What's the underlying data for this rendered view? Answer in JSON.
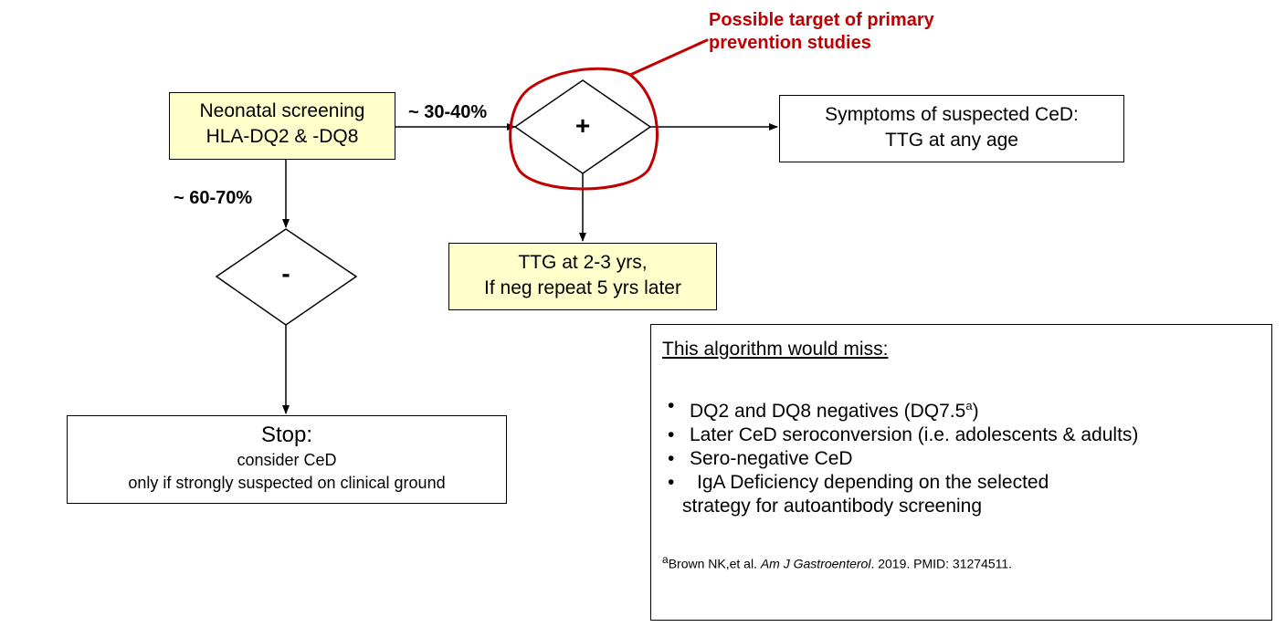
{
  "callout": {
    "line1": "Possible target of primary",
    "line2": "prevention studies"
  },
  "nodes": {
    "screening": {
      "line1": "Neonatal screening",
      "line2": "HLA-DQ2 & -DQ8"
    },
    "symptoms": {
      "line1": "Symptoms of suspected CeD:",
      "line2": "TTG at any age"
    },
    "ttg": {
      "line1": "TTG at 2-3 yrs,",
      "line2": "If neg repeat 5 yrs later"
    },
    "stop": {
      "title": "Stop:",
      "line1": "consider CeD",
      "line2": "only if strongly suspected on clinical ground"
    },
    "positive": {
      "sign": "+"
    },
    "negative": {
      "sign": "-"
    }
  },
  "edges": {
    "positive_pct": "~ 30-40%",
    "negative_pct": "~ 60-70%"
  },
  "note": {
    "heading": "This algorithm would miss:",
    "items": [
      {
        "text": "DQ2 and DQ8 negatives (DQ7.5",
        "sup": "a",
        "after": ")"
      },
      {
        "text": "Later CeD seroconversion (i.e. adolescents & adults)"
      },
      {
        "text": "Sero-negative CeD"
      },
      {
        "text": "IgA Deficiency depending on the selected",
        "cont": "strategy for autoantibody screening"
      }
    ],
    "footnote": {
      "sup": "a",
      "authors": "Brown NK,et al. ",
      "journal": "Am J Gastroenterol",
      "rest": ". 2019. PMID: 31274511."
    }
  },
  "colors": {
    "callout": "#c00000",
    "highlight_box": "#ffffcc",
    "stroke": "#000000"
  }
}
